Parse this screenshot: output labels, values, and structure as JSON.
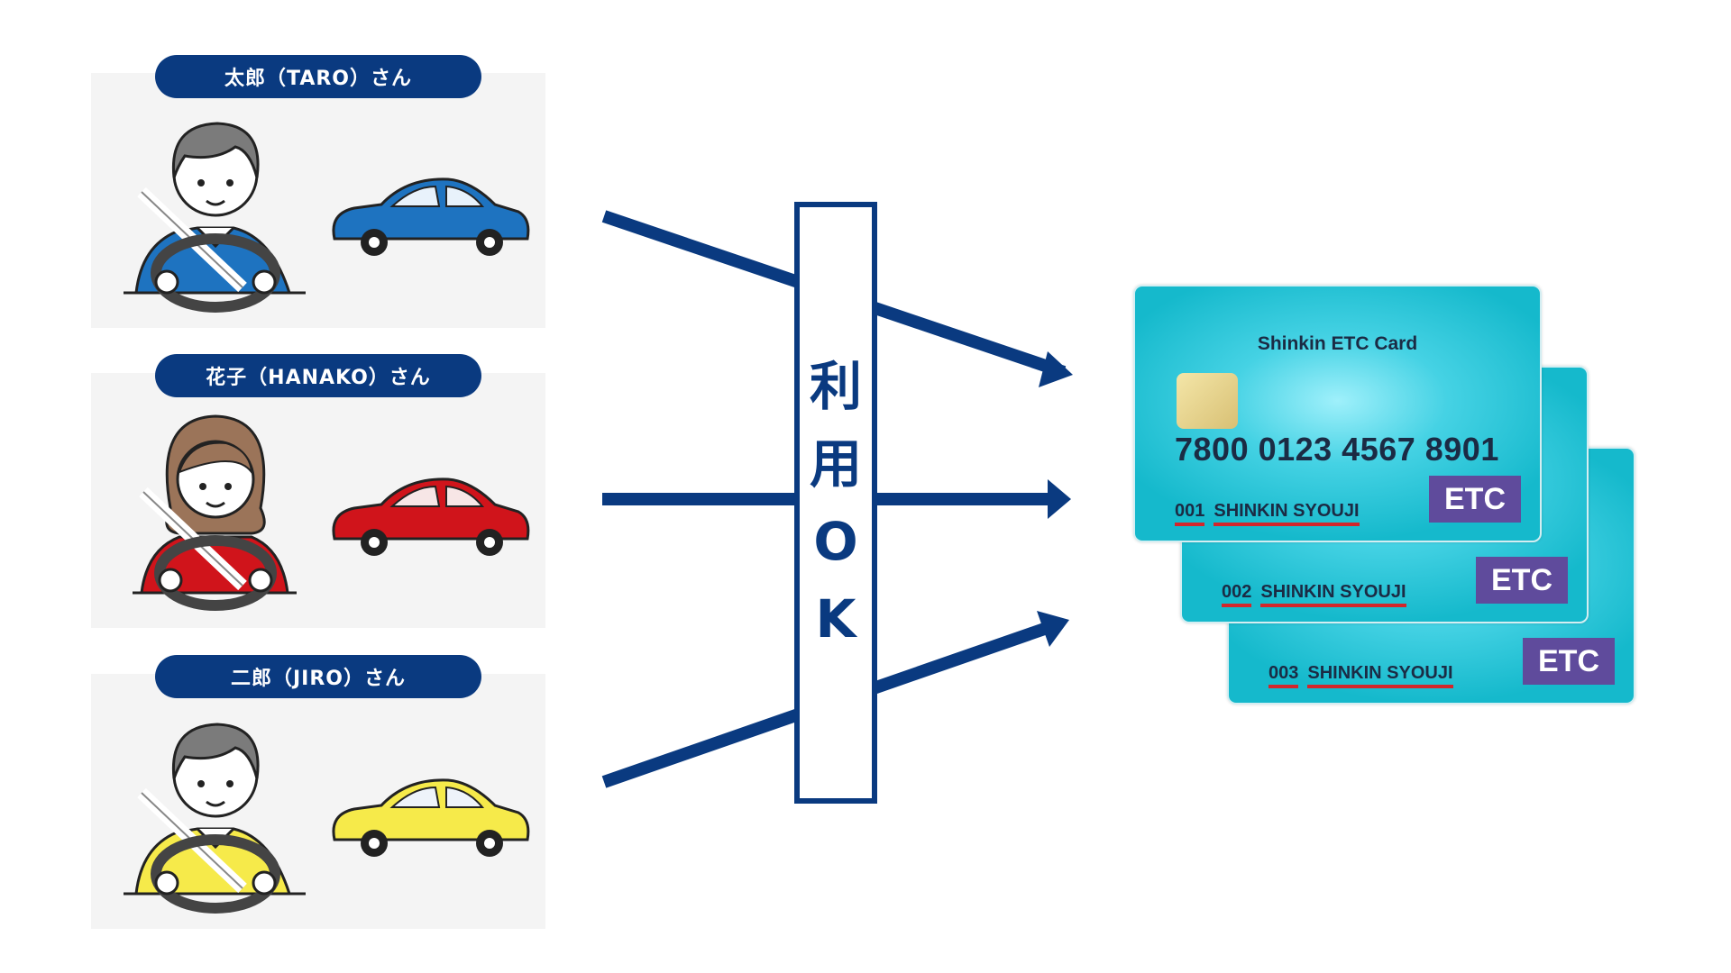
{
  "drivers": [
    {
      "name": "太郎（TARO）さん",
      "car_color": "#1e73c0",
      "shirt_color": "#1e73c0",
      "hair_color": "#7b7b7b"
    },
    {
      "name": "花子（HANAKO）さん",
      "car_color": "#d0141b",
      "shirt_color": "#d0141b",
      "hair_color": "#9b7459"
    },
    {
      "name": "二郎（JIRO）さん",
      "car_color": "#f6ea4a",
      "shirt_color": "#f6ea4a",
      "hair_color": "#7b7b7b"
    }
  ],
  "ok_label": [
    "利",
    "用",
    "O",
    "K"
  ],
  "colors": {
    "navy": "#0a3a80",
    "card": "#15b9cc",
    "badge": "#5f4b9c",
    "underline": "#d3262b"
  },
  "cards": [
    {
      "title": "Shinkin ETC Card",
      "number": "7800 0123 4567 8901",
      "holder_no": "001",
      "holder_name": "SHINKIN SYOUJI",
      "badge": "ETC"
    },
    {
      "holder_no": "002",
      "holder_name": "SHINKIN SYOUJI",
      "badge": "ETC"
    },
    {
      "holder_no": "003",
      "holder_name": "SHINKIN SYOUJI",
      "badge": "ETC"
    }
  ]
}
